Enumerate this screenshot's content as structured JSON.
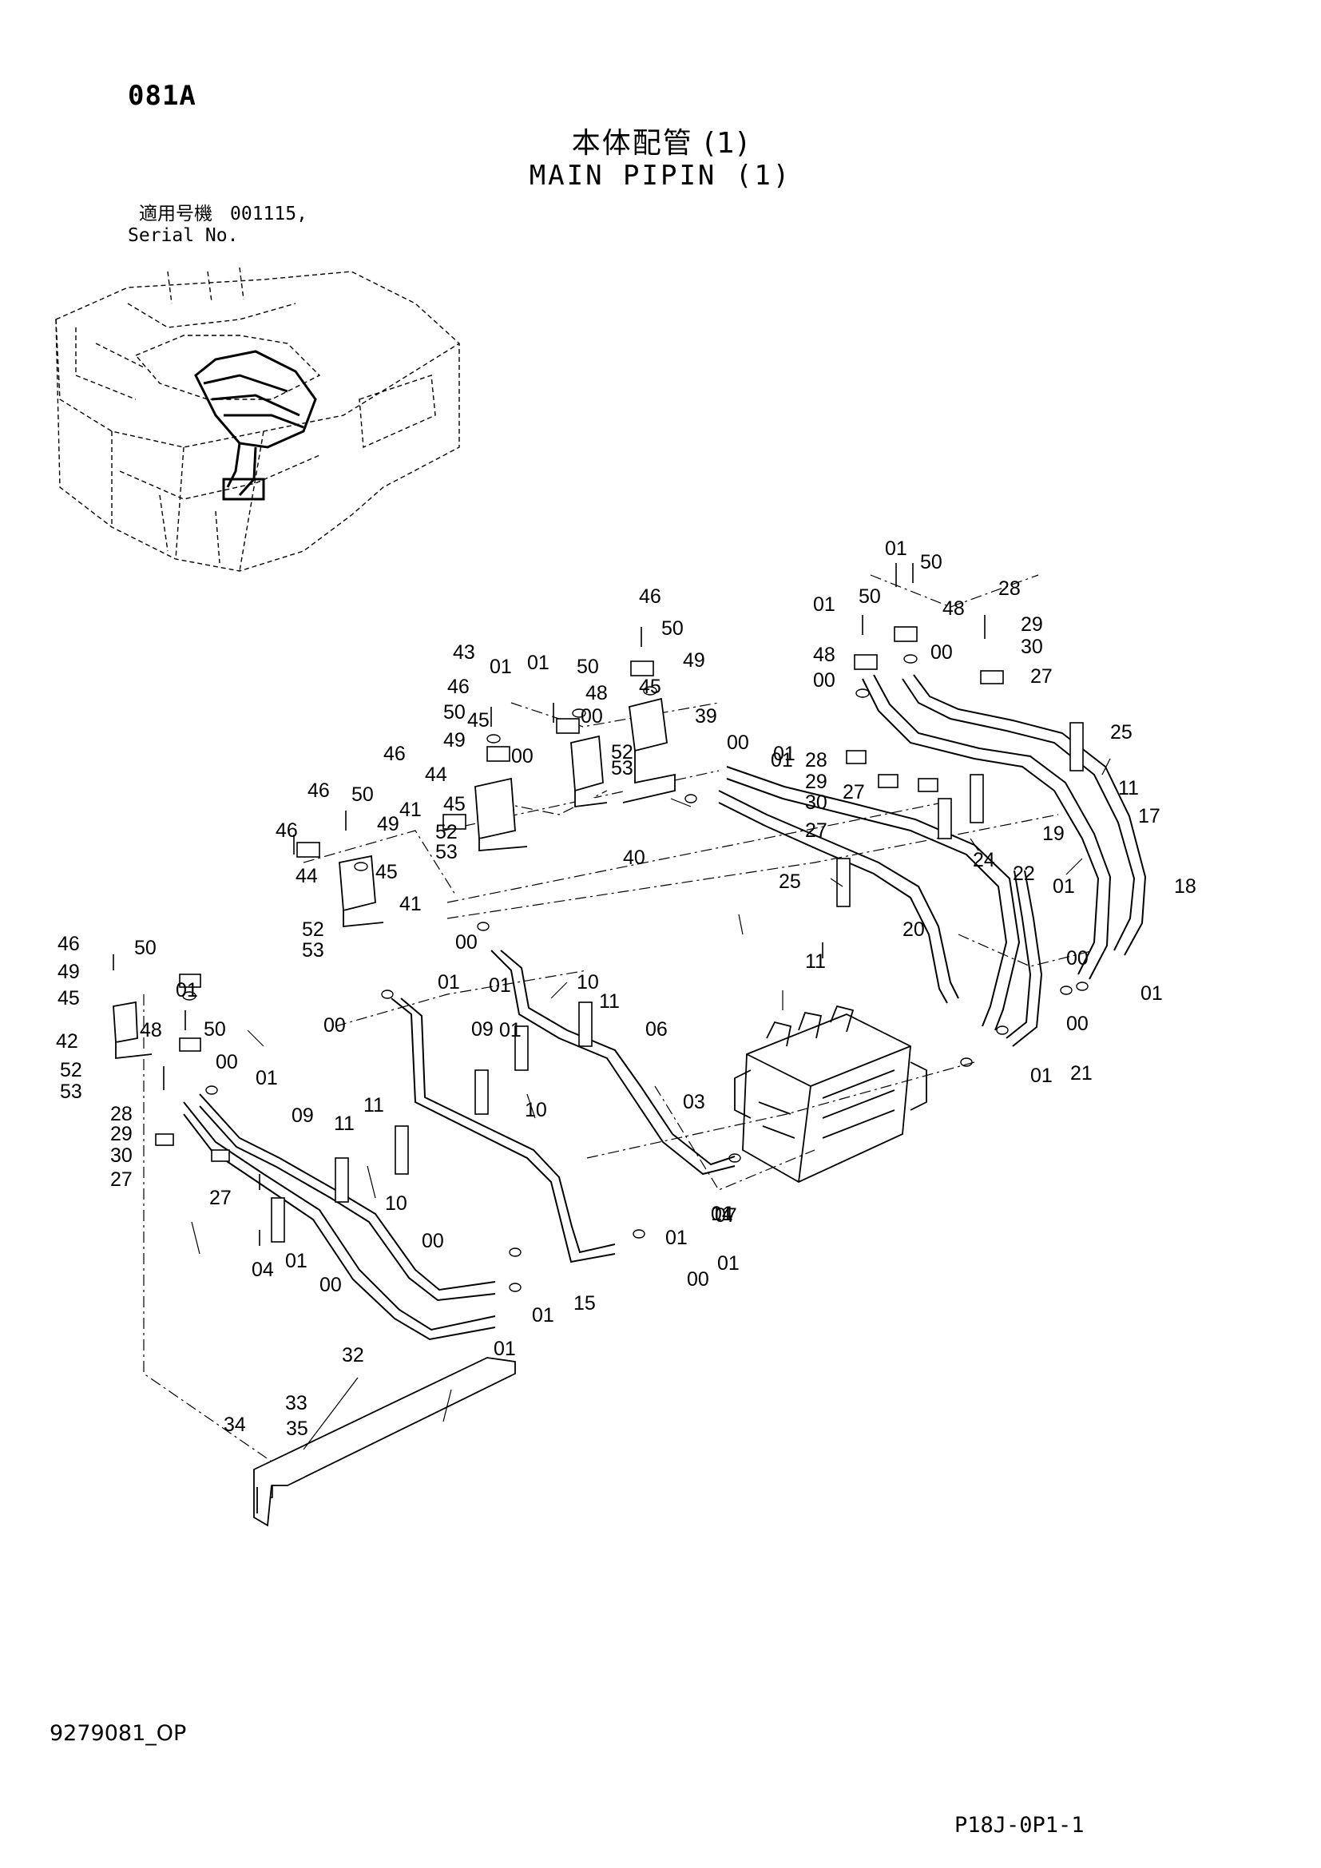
{
  "header": {
    "page_code": "081A",
    "title_jp": "本体配管 (1)",
    "title_en": "MAIN PIPIN (1)",
    "serial_label_jp": "適用号機",
    "serial_value": "001115,",
    "serial_label_en": "Serial No."
  },
  "footer": {
    "doc_id": "9279081_OP",
    "sheet_code": "P18J-0P1-1"
  },
  "callouts": [
    "01",
    "50",
    "01",
    "50",
    "48",
    "28",
    "29",
    "30",
    "27",
    "48",
    "00",
    "00",
    "46",
    "50",
    "49",
    "45",
    "39",
    "00",
    "43",
    "01",
    "01",
    "50",
    "48",
    "00",
    "00",
    "46",
    "50",
    "49",
    "45",
    "52",
    "53",
    "01",
    "46",
    "44",
    "45",
    "41",
    "52",
    "53",
    "46",
    "50",
    "49",
    "46",
    "45",
    "44",
    "41",
    "52",
    "53",
    "40",
    "28",
    "29",
    "30",
    "27",
    "27",
    "01",
    "25",
    "11",
    "24",
    "17",
    "19",
    "25",
    "11",
    "20",
    "22",
    "01",
    "18",
    "00",
    "00",
    "46",
    "50",
    "49",
    "45",
    "42",
    "52",
    "53",
    "01",
    "48",
    "50",
    "00",
    "01",
    "28",
    "29",
    "30",
    "27",
    "27",
    "01",
    "00",
    "01",
    "10",
    "11",
    "09",
    "06",
    "00",
    "01",
    "03",
    "07",
    "09",
    "10",
    "11",
    "11",
    "10",
    "04",
    "01",
    "00",
    "00",
    "01",
    "01",
    "15",
    "14",
    "00",
    "01",
    "01",
    "21",
    "01",
    "01",
    "01",
    "32",
    "34",
    "33",
    "35"
  ]
}
